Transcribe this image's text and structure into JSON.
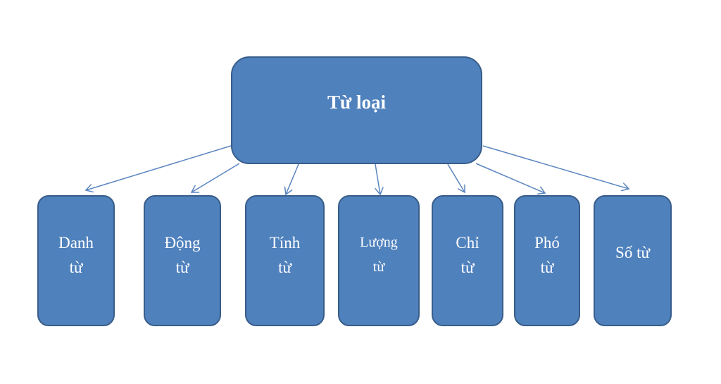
{
  "root": {
    "label": "Từ loại"
  },
  "children": [
    {
      "line1": "Danh",
      "line2": "từ"
    },
    {
      "line1": "Động",
      "line2": "từ"
    },
    {
      "line1": "Tính",
      "line2": "từ"
    },
    {
      "line1": "Lượng",
      "line2": "từ"
    },
    {
      "line1": "Chỉ",
      "line2": "từ"
    },
    {
      "line1": "Phó",
      "line2": "từ"
    },
    {
      "line1": "Số từ",
      "line2": ""
    }
  ],
  "colors": {
    "fill": "#4f81bd",
    "border": "#385d8a",
    "arrow": "#5b85c0"
  }
}
